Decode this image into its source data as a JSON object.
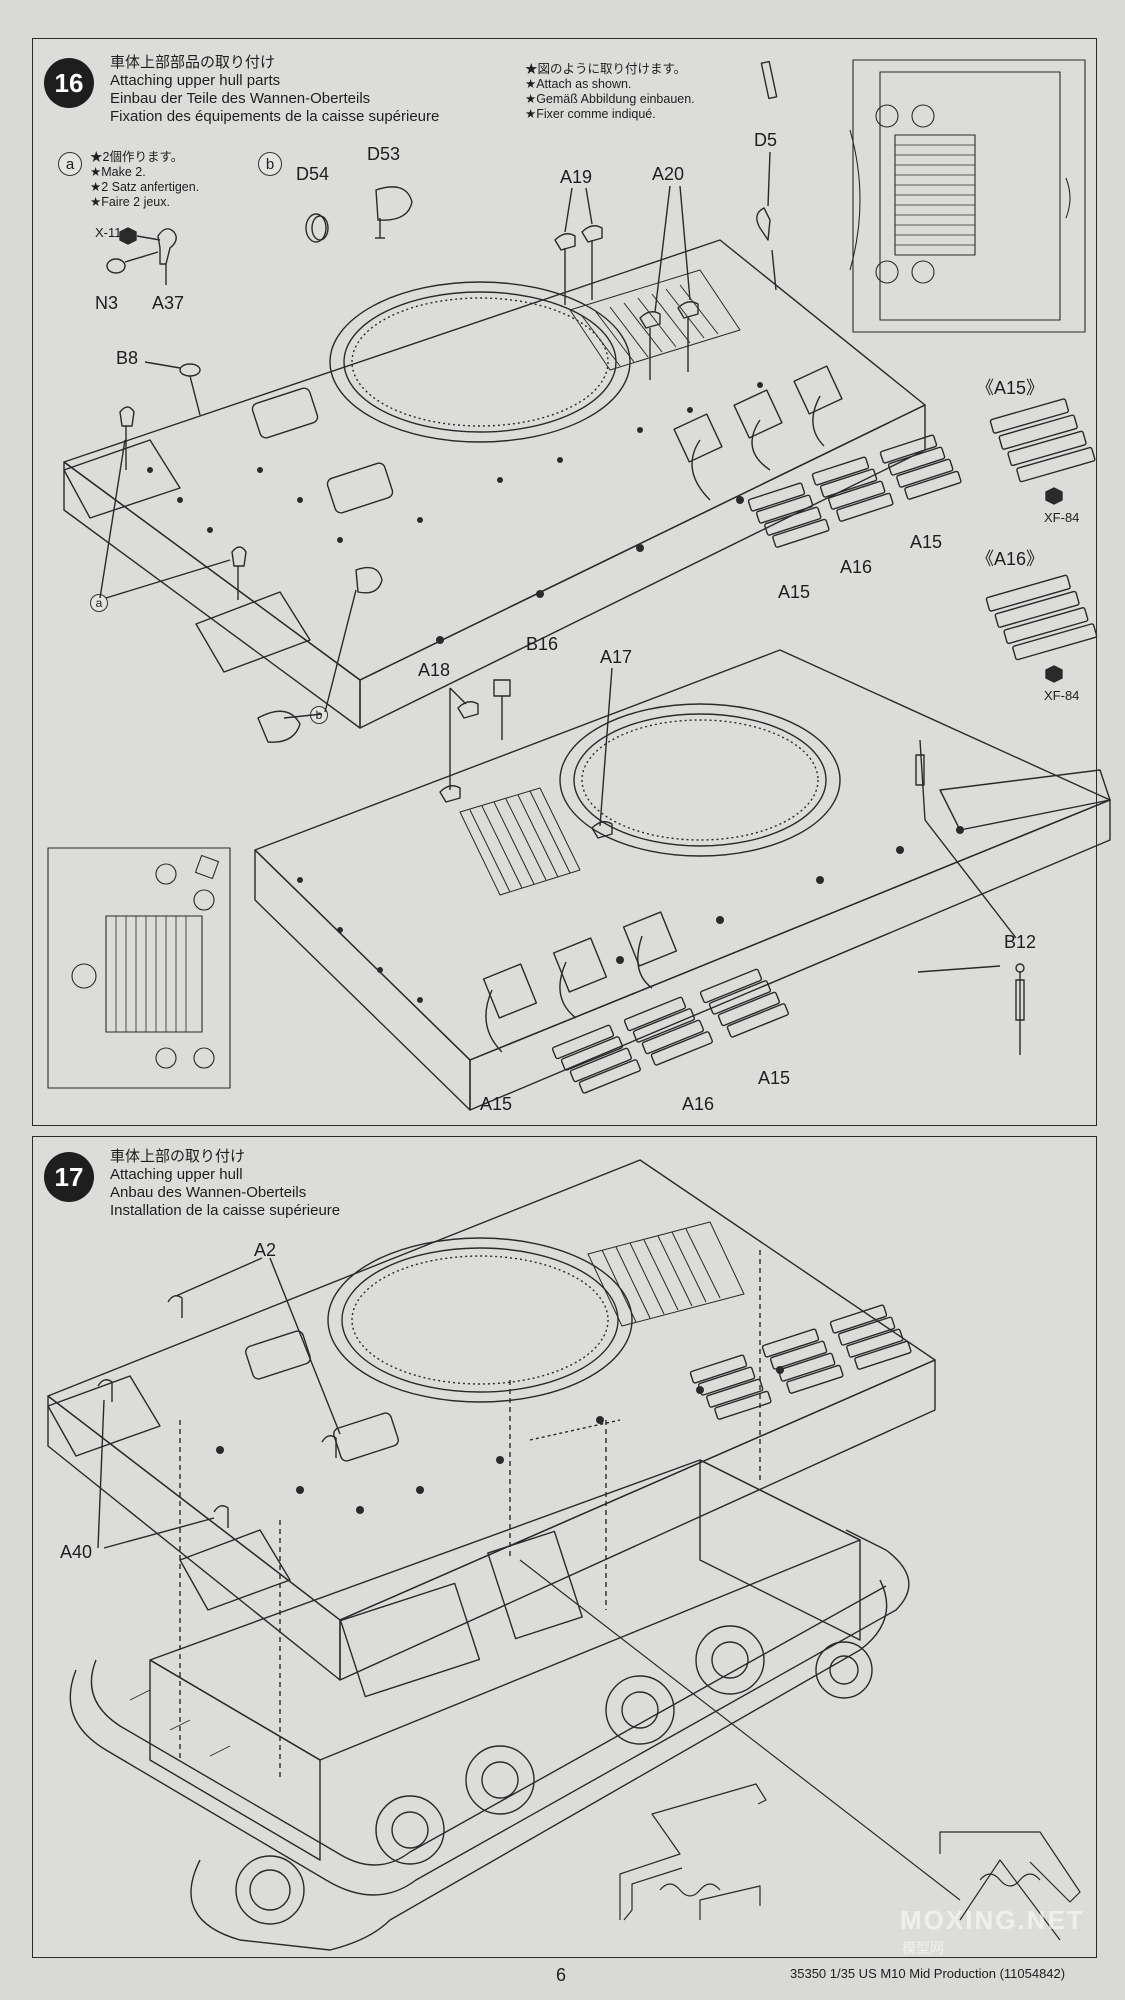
{
  "step16": {
    "number": "16",
    "title_lines": [
      "車体上部部品の取り付け",
      "Attaching upper hull parts",
      "Einbau der Teile des Wannen-Oberteils",
      "Fixation des équipements de la caisse supérieure"
    ],
    "notes": [
      "★図のように取り付けます。",
      "★Attach as shown.",
      "★Gemäß Abbildung einbauen.",
      "★Fixer comme indiqué."
    ],
    "sub_a": {
      "tag": "a",
      "notes": [
        "★2個作ります。",
        "★Make 2.",
        "★2 Satz anfertigen.",
        "★Faire 2 jeux."
      ],
      "parts": {
        "x11": "X-11",
        "n3": "N3",
        "a37": "A37"
      }
    },
    "sub_b": {
      "tag": "b",
      "parts": {
        "d54": "D54",
        "d53": "D53"
      }
    },
    "part_labels": {
      "a19": "A19",
      "a20": "A20",
      "d5": "D5",
      "b8": "B8",
      "a15_1": "A15",
      "a16_1": "A16",
      "a15_2": "A15",
      "b16": "B16",
      "a18": "A18",
      "a17": "A17",
      "b12": "B12",
      "a15_3": "A15",
      "a16_2": "A16",
      "a15_4": "A15"
    },
    "callouts": {
      "a": "a",
      "b": "b"
    },
    "detail_a15": {
      "label": "《A15》",
      "paint": "XF-84"
    },
    "detail_a16": {
      "label": "《A16》",
      "paint": "XF-84"
    }
  },
  "step17": {
    "number": "17",
    "title_lines": [
      "車体上部の取り付け",
      "Attaching upper hull",
      "Anbau des Wannen-Oberteils",
      "Installation de la caisse supérieure"
    ],
    "part_labels": {
      "a2": "A2",
      "a40": "A40"
    }
  },
  "footer": {
    "page_number": "6",
    "text": "35350  1/35 US M10 Mid Production (11054842)"
  },
  "watermark": {
    "main": "MOXING.NET",
    "sub": "模型网"
  },
  "colors": {
    "ink": "#1e1e1e",
    "paper": "#d9d9d7",
    "panel": "#dcdcda"
  }
}
